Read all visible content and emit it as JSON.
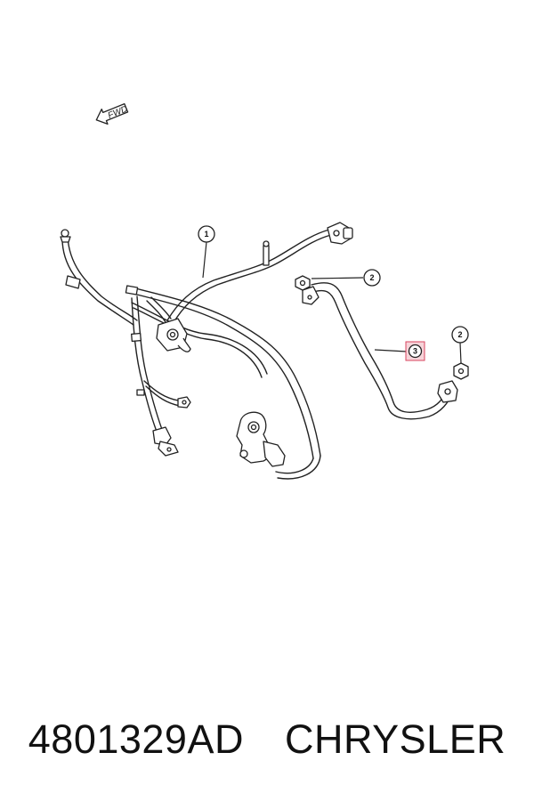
{
  "diagram": {
    "direction_label": "FWD",
    "callouts": [
      {
        "id": "callout-1",
        "label": "1",
        "highlighted": false
      },
      {
        "id": "callout-2a",
        "label": "2",
        "highlighted": false
      },
      {
        "id": "callout-2b",
        "label": "2",
        "highlighted": false
      },
      {
        "id": "callout-3",
        "label": "3",
        "highlighted": true
      }
    ],
    "colors": {
      "line": "#222222",
      "highlight_fill": "#f6d4d9",
      "highlight_stroke": "#d9455f"
    }
  },
  "footer": {
    "part_number": "4801329AD",
    "brand": "CHRYSLER"
  }
}
